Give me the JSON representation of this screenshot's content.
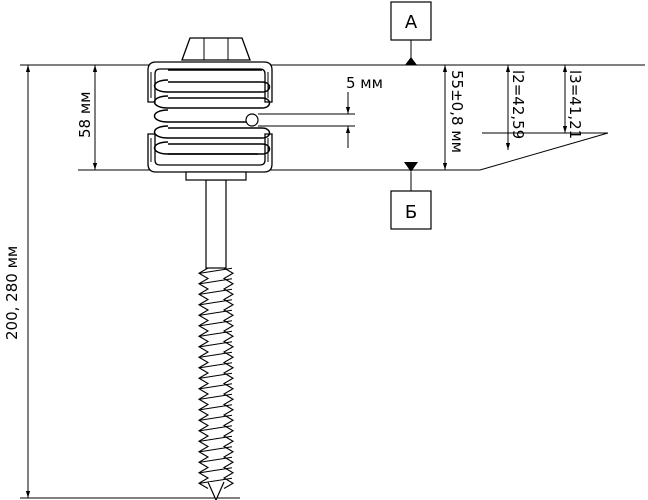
{
  "labels": {
    "plane_a": "А",
    "plane_b": "Б",
    "dim_total": "200, 280 мм",
    "dim_58": "58 мм",
    "dim_5": "5 мм",
    "dim_55": "55±0,8 мм",
    "dim_l2": "l2=42,59",
    "dim_l3": "l3=41,21"
  }
}
